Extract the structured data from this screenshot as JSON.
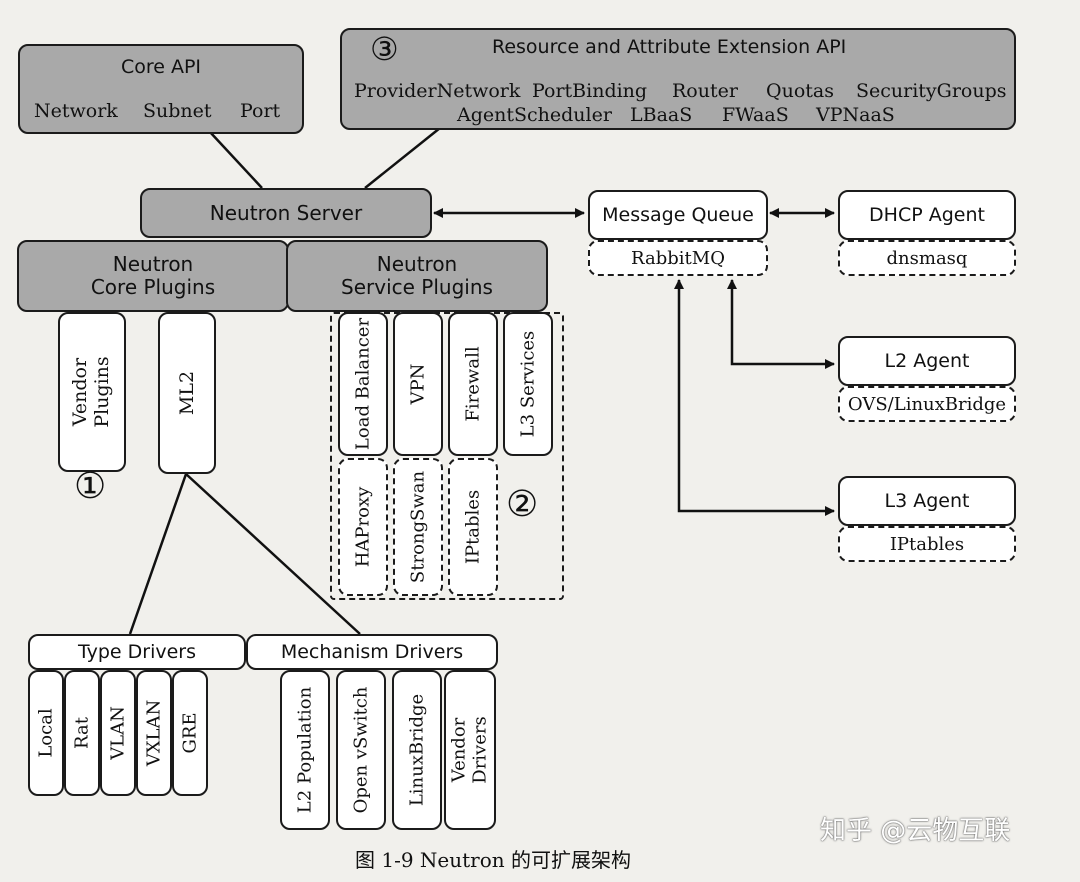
{
  "core_api": {
    "title": "Core API",
    "items": [
      "Network",
      "Subnet",
      "Port"
    ]
  },
  "extension_api": {
    "marker": "③",
    "title": "Resource and Attribute Extension API",
    "row1": [
      "ProviderNetwork",
      "PortBinding",
      "Router",
      "Quotas",
      "SecurityGroups"
    ],
    "row2": [
      "AgentScheduler",
      "LBaaS",
      "FWaaS",
      "VPNaaS"
    ]
  },
  "neutron_server": "Neutron Server",
  "core_plugins": "Neutron\nCore Plugins",
  "service_plugins": "Neutron\nService Plugins",
  "vendor_plugins": "Vendor\nPlugins",
  "ml2": "ML2",
  "marker_1": "①",
  "marker_2": "②",
  "services": [
    "Load Balancer",
    "VPN",
    "Firewall",
    "L3 Services"
  ],
  "service_impls": [
    "HAProxy",
    "StrongSwan",
    "IPtables"
  ],
  "type_drivers": {
    "title": "Type Drivers",
    "items": [
      "Local",
      "Rat",
      "VLAN",
      "VXLAN",
      "GRE"
    ]
  },
  "mechanism_drivers": {
    "title": "Mechanism Drivers",
    "items": [
      "L2 Population",
      "Open vSwitch",
      "LinuxBridge",
      "Vendor\nDrivers"
    ]
  },
  "message_queue": {
    "title": "Message Queue",
    "impl": "RabbitMQ"
  },
  "dhcp_agent": {
    "title": "DHCP Agent",
    "impl": "dnsmasq"
  },
  "l2_agent": {
    "title": "L2 Agent",
    "impl": "OVS/LinuxBridge"
  },
  "l3_agent": {
    "title": "L3 Agent",
    "impl": "IPtables"
  },
  "caption": "图 1-9  Neutron 的可扩展架构",
  "watermark": "知乎 @云物互联"
}
